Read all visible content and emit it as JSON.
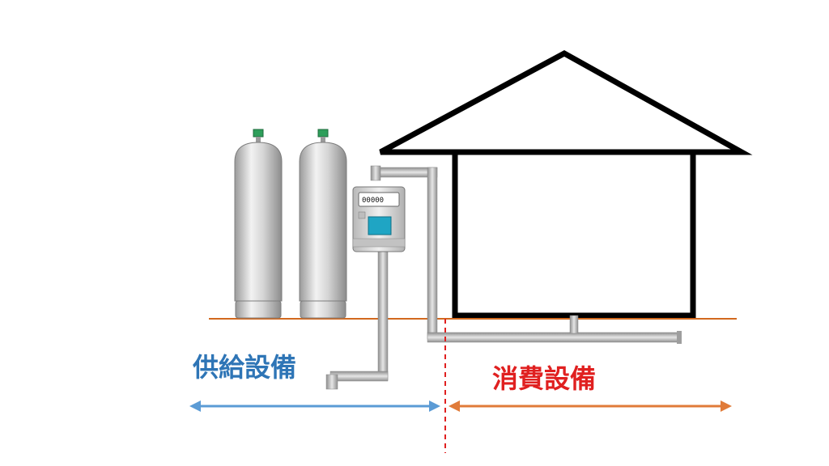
{
  "labels": {
    "supply": "供給設備",
    "consumption": "消費設備"
  },
  "meter": {
    "readout": "00000"
  },
  "colors": {
    "supply_text": "#2e75b6",
    "consumption_text": "#e02020",
    "supply_arrow": "#5b9bd5",
    "consumption_arrow": "#e07b39",
    "ground_line": "#d2691e",
    "boundary_line": "#e02020",
    "house_outline": "#000000",
    "cylinder_body": "#c9c9c9",
    "cylinder_valve": "#2e9e5a",
    "pipe": "#a8a8a8",
    "meter_body": "#dcdcdc",
    "meter_screen": "#1fa5c4"
  },
  "icons": {
    "cylinders": "gas-cylinder-icon",
    "meter": "gas-meter-icon",
    "house": "house-icon"
  }
}
